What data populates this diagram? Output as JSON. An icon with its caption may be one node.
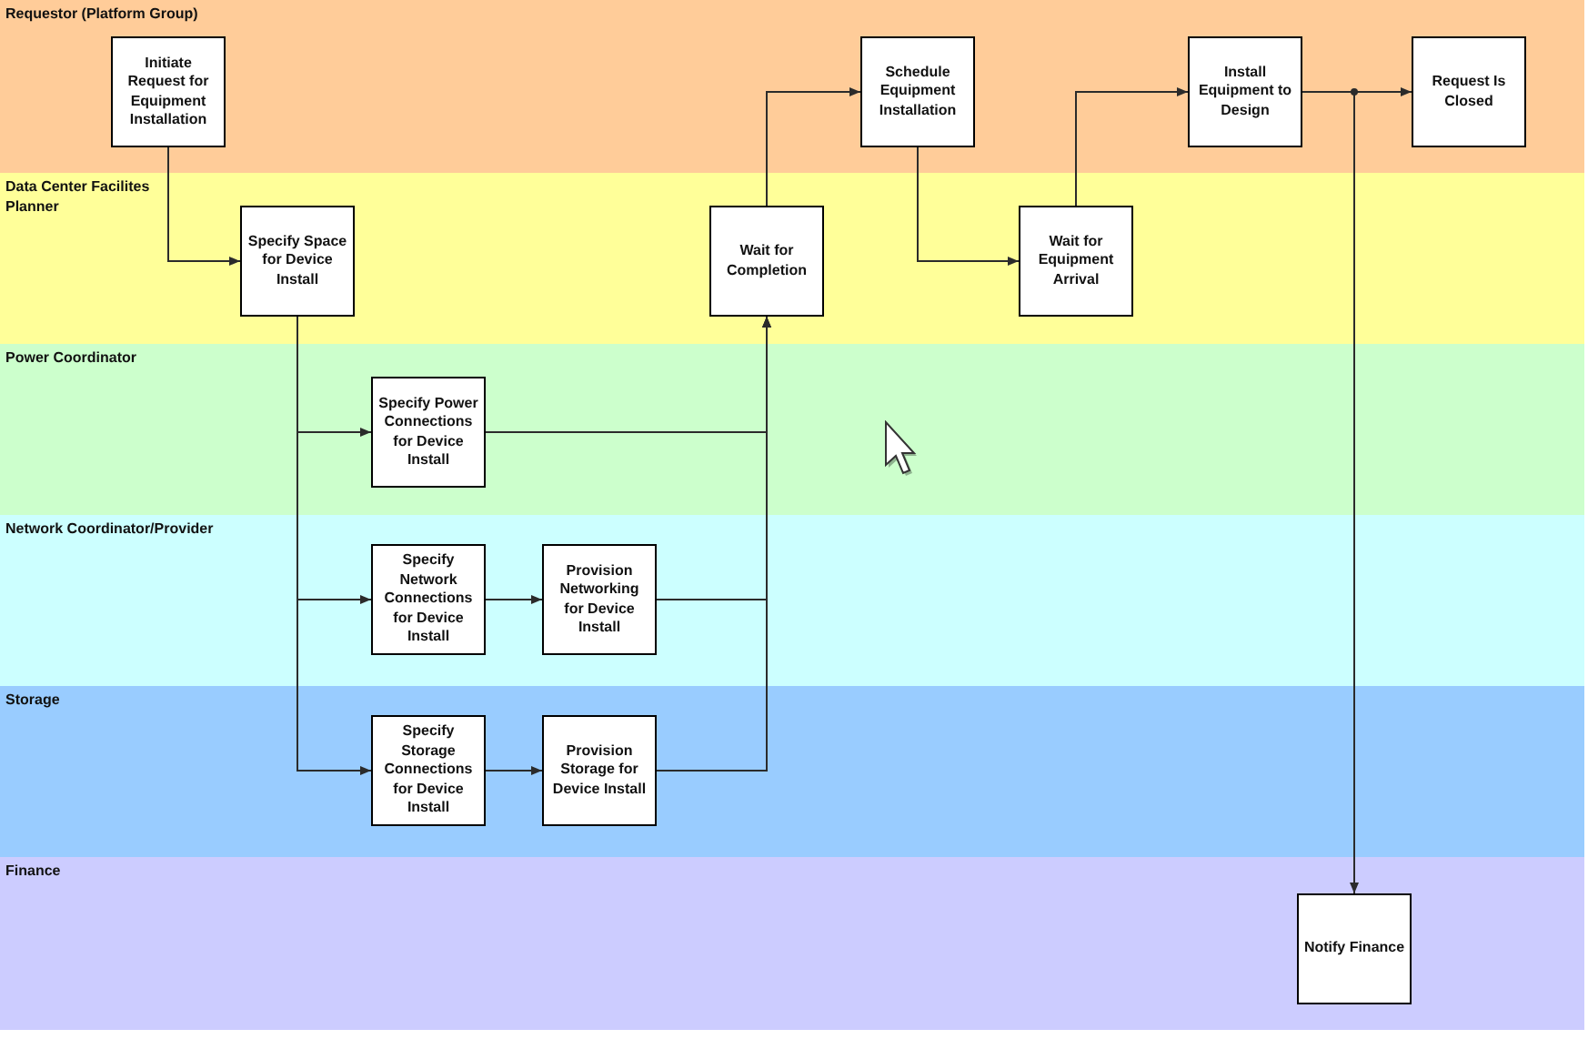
{
  "diagram": {
    "nodes": [
      {
        "text": [
          "Requestor (Platform Group)"
        ]
      },
      {
        "text": [
          "Initiate Request for Equipment Installation"
        ],
        "in": 0
      },
      {
        "text": [
          "Schedule Equipment Installation"
        ],
        "in": 0
      },
      {
        "text": [
          "Install Equipment to Design"
        ],
        "in": 0
      },
      {
        "text": [
          "Request Is Closed"
        ],
        "in": 0
      },
      {
        "text": [
          "Data Center Facilites Planner"
        ]
      },
      {
        "text": [
          "Specify Space for Device Install"
        ],
        "in": 5
      },
      {
        "text": [
          "Wait for Completion"
        ],
        "in": 5
      },
      {
        "text": [
          "Wait for Equipment Arrival"
        ],
        "in": 5
      },
      {
        "text": [
          "Power Coordinator"
        ]
      },
      {
        "text": [
          "Specify Power Connections for Device Install"
        ],
        "in": 9
      },
      {
        "text": [
          "Network Coordinator/Provider"
        ]
      },
      {
        "text": [
          "Specify Network Connections for Device Install"
        ],
        "in": 11
      },
      {
        "text": [
          "Provision Networking for Device Install"
        ],
        "in": 11
      },
      {
        "text": [
          "Storage"
        ]
      },
      {
        "text": [
          "Specify Storage Connections for Device Install"
        ],
        "in": 14
      },
      {
        "text": [
          "Provision Storage for Device Install"
        ],
        "in": 14
      },
      {
        "text": [
          "Finance"
        ]
      },
      {
        "text": [
          "Notify Finance"
        ],
        "in": 17
      }
    ],
    "edges": [
      {
        "from": 1,
        "to": 6,
        "arrow": "to"
      },
      {
        "from": 6,
        "to": 10,
        "arrow": "to"
      },
      {
        "from": 6,
        "to": 12,
        "arrow": "to"
      },
      {
        "from": 6,
        "to": 15,
        "arrow": "to"
      },
      {
        "from": 12,
        "to": 13,
        "arrow": "to"
      },
      {
        "from": 15,
        "to": 16,
        "arrow": "to"
      },
      {
        "from": 10,
        "to": 7,
        "arrow": "to"
      },
      {
        "from": 13,
        "to": 7,
        "arrow": "to"
      },
      {
        "from": 16,
        "to": 7,
        "arrow": "to"
      },
      {
        "from": 7,
        "to": 2,
        "arrow": "to"
      },
      {
        "from": 2,
        "to": 8,
        "arrow": "to"
      },
      {
        "from": 8,
        "to": 3,
        "arrow": "to"
      },
      {
        "from": 3,
        "to": 4,
        "arrow": "to"
      },
      {
        "from": 3,
        "to": 18,
        "arrow": "to"
      }
    ]
  }
}
